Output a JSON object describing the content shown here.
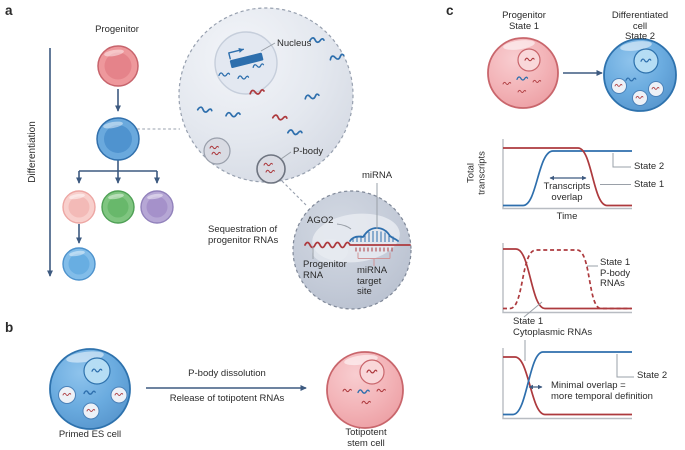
{
  "figure": {
    "panel_a_letter": "a",
    "panel_b_letter": "b",
    "panel_c_letter": "c"
  },
  "panel_a": {
    "differentiation_axis": "Differentiation",
    "progenitor_cell_label": "Progenitor",
    "nucleus_label": "Nucleus",
    "pbody_label": "P-body",
    "sequestration_caption": "Sequestration of\nprogenitor RNAs",
    "mirna_label": "miRNA",
    "ago2_label": "AGO2",
    "progenitor_rna_label": "Progenitor\nRNA",
    "mirna_target_site_label": "miRNA\ntarget\nsite"
  },
  "panel_b": {
    "arrow_label_top": "P-body dissolution",
    "arrow_label_bottom": "Release of totipotent RNAs",
    "left_cell_label": "Primed ES cell",
    "right_cell_label": "Totipotent\nstem cell"
  },
  "panel_c": {
    "left_cell_label": "Progenitor\nState 1",
    "right_cell_label": "Differentiated cell\nState 2",
    "graph1": {
      "y_axis_label": "Total\ntranscripts",
      "x_axis_label": "Time",
      "state2_label": "State 2",
      "state1_label": "State 1",
      "overlap_label": "Transcripts\noverlap"
    },
    "graph2": {
      "pbody_rnas_label": "State 1\nP-body\nRNAs",
      "cytoplasmic_rnas_label": "State 1\nCytoplasmic RNAs"
    },
    "graph3": {
      "state2_label": "State 2",
      "overlap_label": "Minimal overlap =\nmore temporal definition"
    }
  },
  "colors": {
    "ink": "#2b2b2b",
    "rna-red": "#ad3a3e",
    "rna-blue": "#2e6fad",
    "arrow-navy": "#3d5a80",
    "axis-gray": "#b8bcc2",
    "pointer-gray": "#9aa0a8",
    "cell-red": "#ee989c",
    "cell-blue": "#6aa9dd"
  }
}
